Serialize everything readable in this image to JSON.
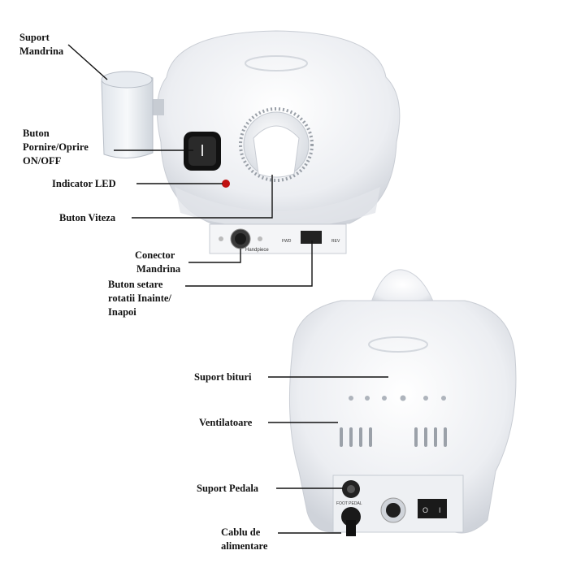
{
  "labels": {
    "suport_mandrina": [
      "Suport",
      "Mandrina"
    ],
    "buton_pornire": [
      "Buton",
      "Pornire/Oprire",
      "ON/OFF"
    ],
    "indicator_led": "Indicator LED",
    "buton_viteza": "Buton Viteza",
    "conector_mandrina": [
      "Conector",
      "Mandrina"
    ],
    "buton_setare": [
      "Buton setare",
      "rotatii Inainte/",
      "Inapoi"
    ],
    "suport_bituri": "Suport bituri",
    "ventilatoare": "Ventilatoare",
    "suport_pedala": "Suport Pedala",
    "cablu_alimentare": [
      "Cablu de",
      "alimentare"
    ]
  },
  "device_markings": {
    "handpiece": "Handpiece",
    "fwd": "FWD",
    "rev": "REV",
    "foot_pedal": "FOOT PEDAL",
    "switch_off": "O",
    "switch_on": "I"
  },
  "colors": {
    "body": "#eef0f3",
    "led": "#c01010",
    "switch": "#1a1a1a",
    "leader_line": "#111111"
  }
}
